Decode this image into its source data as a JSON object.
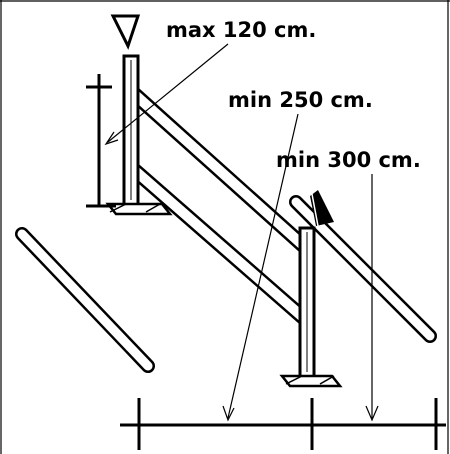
{
  "labels": {
    "max_height": "max 120 cm.",
    "min_spread_250": "min 250 cm.",
    "min_spread_300": "min 300 cm."
  },
  "colors": {
    "ink": "#000000",
    "background": "#ffffff",
    "pole_fill": "#ffffff"
  }
}
